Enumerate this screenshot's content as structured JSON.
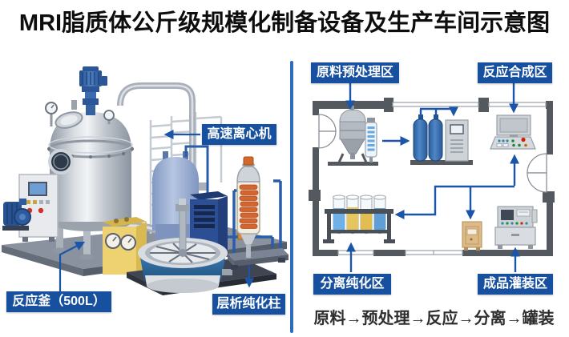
{
  "title": "MRI脂质体公斤级规模化制备设备及生产车间示意图",
  "equipment_diagram": {
    "labels": {
      "centrifuge": "高速离心机",
      "reactor": "反应釜（500L）",
      "column": "层析纯化柱"
    }
  },
  "workshop_plan": {
    "zone_labels": {
      "pretreatment": "原料预处理区",
      "reaction": "反应合成区",
      "separation": "分离纯化区",
      "filling": "成品灌装区"
    },
    "process_flow": "原料→预处理→反应→分离→罐装"
  },
  "colors": {
    "label_bg": "#17509E",
    "arrow_blue": "#1B55A9",
    "divider_blue": "#2E6BBD",
    "wall_gray": "#54595F",
    "motor_blue": "#2E5FA5",
    "tank_blue": "#9FB3D6",
    "chiller_blue": "#2C4E94",
    "bowl_blue": "#2F6FAD",
    "coil_orange": "#D4652F",
    "gauge_box_yellow": "#EED272",
    "cabinet_tan": "#DDBA88",
    "tube_blue": "#6FB0E8",
    "tube_yellow": "#E6C55C"
  }
}
